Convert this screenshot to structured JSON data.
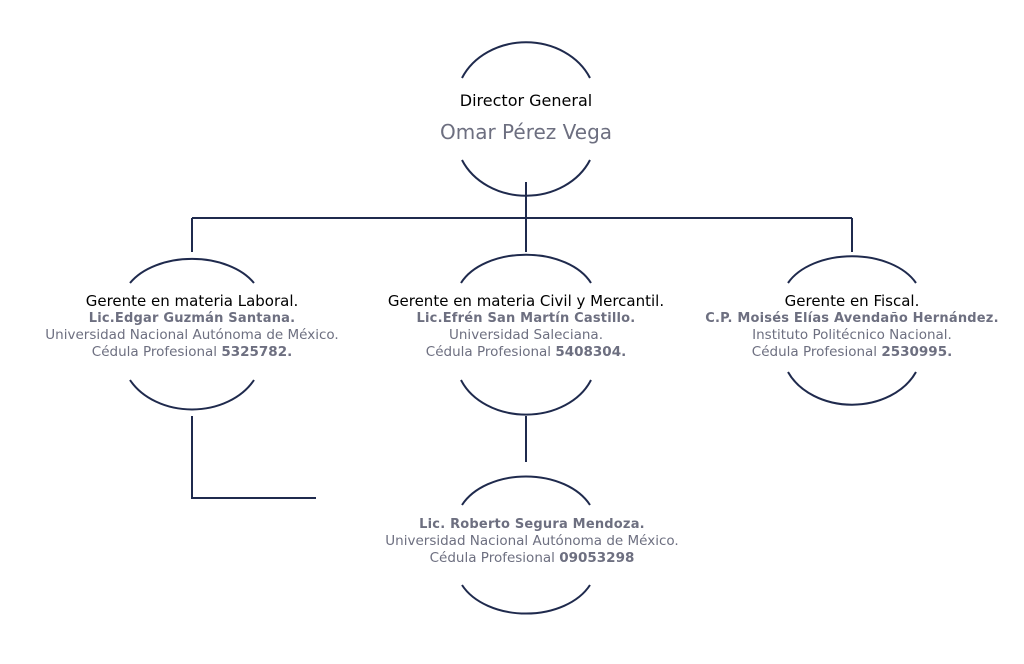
{
  "colors": {
    "line": "#1f2a4d",
    "title": "#000000",
    "detail": "#6d6f80"
  },
  "director": {
    "title": "Director General",
    "name": "Omar Pérez Vega"
  },
  "managers": [
    {
      "title": "Gerente en materia Laboral.",
      "person": "Lic.Edgar Guzmán Santana.",
      "institution": "Universidad Nacional Autónoma de México.",
      "cedula_label": "Cédula Profesional",
      "cedula_number": "5325782."
    },
    {
      "title": "Gerente en materia Civil y Mercantil.",
      "person": "Lic.Efrén San Martín Castillo.",
      "institution": "Universidad Saleciana.",
      "cedula_label": "Cédula Profesional",
      "cedula_number": "5408304."
    },
    {
      "title": "Gerente en Fiscal.",
      "person": "C.P. Moisés Elías Avendaño Hernández.",
      "institution": "Instituto Politécnico Nacional.",
      "cedula_label": "Cédula Profesional",
      "cedula_number": "2530995."
    }
  ],
  "subordinate": {
    "person": "Lic. Roberto Segura Mendoza.",
    "institution": "Universidad Nacional Autónoma de México.",
    "cedula_label": "Cédula Profesional",
    "cedula_number": "09053298"
  }
}
